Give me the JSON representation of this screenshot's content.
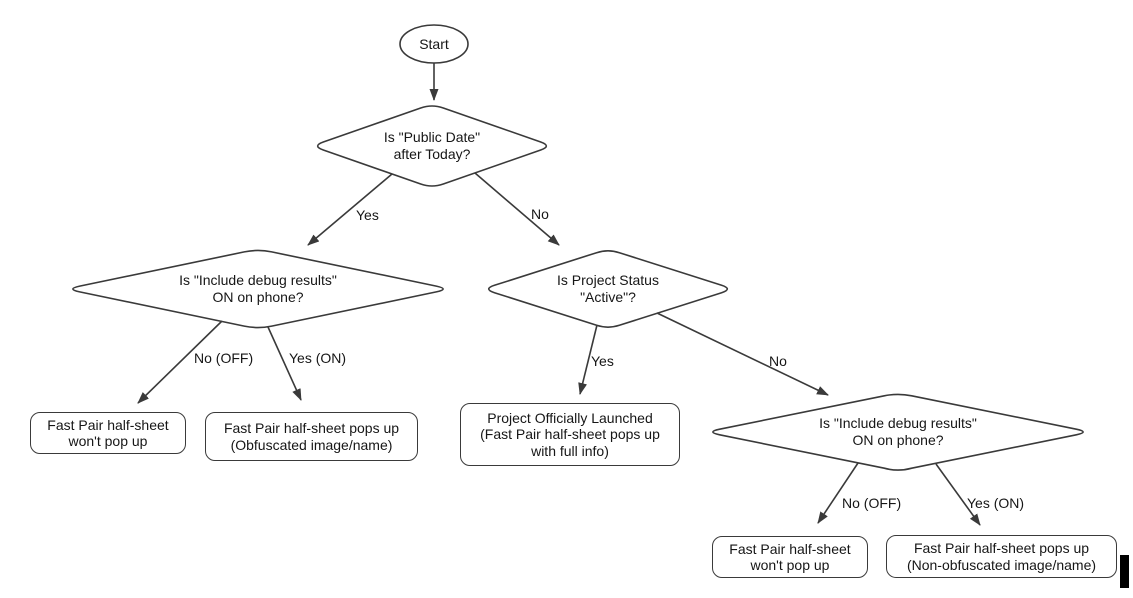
{
  "colors": {
    "background": "#ffffff",
    "line": "#3a3a3a",
    "text": "#161616",
    "caret": "#000000"
  },
  "nodes": {
    "start": {
      "type": "terminator",
      "label": "Start"
    },
    "public_date": {
      "type": "decision",
      "label": "Is \"Public Date\"\nafter Today?"
    },
    "debug_left": {
      "type": "decision",
      "label": "Is \"Include debug results\"\nON on phone?"
    },
    "project_status": {
      "type": "decision",
      "label": "Is Project Status\n\"Active\"?"
    },
    "debug_right": {
      "type": "decision",
      "label": "Is \"Include debug results\"\nON on phone?"
    },
    "no_popup_left": {
      "type": "outcome",
      "label": "Fast Pair half-sheet\nwon't pop up"
    },
    "obfuscated": {
      "type": "outcome",
      "label": "Fast Pair half-sheet pops up\n(Obfuscated image/name)"
    },
    "launched": {
      "type": "outcome",
      "label": "Project Officially Launched\n(Fast Pair half-sheet pops up\nwith full info)"
    },
    "no_popup_right": {
      "type": "outcome",
      "label": "Fast Pair half-sheet\nwon't pop up"
    },
    "non_obfuscated": {
      "type": "outcome",
      "label": "Fast Pair half-sheet pops up\n(Non-obfuscated image/name)"
    }
  },
  "edges": [
    {
      "from": "start",
      "to": "public_date",
      "label": ""
    },
    {
      "from": "public_date",
      "to": "debug_left",
      "label": "Yes"
    },
    {
      "from": "public_date",
      "to": "project_status",
      "label": "No"
    },
    {
      "from": "debug_left",
      "to": "no_popup_left",
      "label": "No (OFF)"
    },
    {
      "from": "debug_left",
      "to": "obfuscated",
      "label": "Yes (ON)"
    },
    {
      "from": "project_status",
      "to": "launched",
      "label": "Yes"
    },
    {
      "from": "project_status",
      "to": "debug_right",
      "label": "No"
    },
    {
      "from": "debug_right",
      "to": "no_popup_right",
      "label": "No (OFF)"
    },
    {
      "from": "debug_right",
      "to": "non_obfuscated",
      "label": "Yes (ON)"
    }
  ]
}
